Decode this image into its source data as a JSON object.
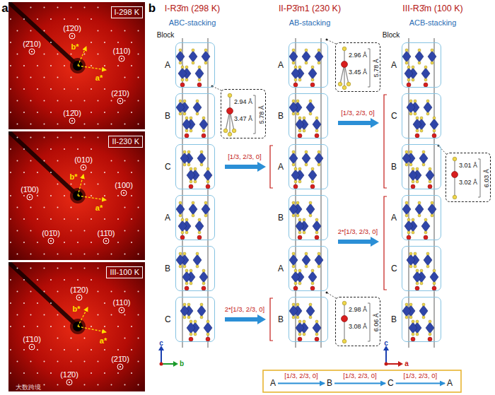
{
  "diagram": {
    "nodes": [
      {
        "text": [
          "I-298 K"
        ]
      },
      {
        "text": [
          "II-230 K"
        ]
      },
      {
        "text": [
          "III-100 K"
        ]
      },
      {
        "text": [
          "A"
        ]
      },
      {
        "text": [
          "B"
        ]
      },
      {
        "text": [
          "C"
        ]
      },
      {
        "text": [
          "A"
        ]
      },
      {
        "text": [
          "B"
        ]
      },
      {
        "text": [
          "C"
        ]
      },
      {
        "text": [
          "3.47 Å",
          "2.94 Å",
          "5.78 Å"
        ]
      },
      {
        "text": [
          "A"
        ]
      },
      {
        "text": [
          "B"
        ]
      },
      {
        "text": [
          "A"
        ]
      },
      {
        "text": [
          "B"
        ]
      },
      {
        "text": [
          "A"
        ]
      },
      {
        "text": [
          "B"
        ]
      },
      {
        "text": [
          "3.45 Å",
          "2.96 Å",
          "5.78 Å"
        ]
      },
      {
        "text": [
          "3.08 Å",
          "2.98 Å",
          "6.06 Å"
        ]
      },
      {
        "text": [
          "A"
        ]
      },
      {
        "text": [
          "C"
        ]
      },
      {
        "text": [
          "B"
        ]
      },
      {
        "text": [
          "A"
        ]
      },
      {
        "text": [
          "C"
        ]
      },
      {
        "text": [
          "B"
        ]
      },
      {
        "text": [
          "3.02 Å",
          "3.01 Å",
          "6.03 Å"
        ]
      },
      {
        "text": [
          "A"
        ]
      },
      {
        "text": [
          "B"
        ]
      },
      {
        "text": [
          "C"
        ]
      },
      {
        "text": [
          "A"
        ]
      }
    ],
    "edges": [
      {
        "from": 25,
        "to": 26,
        "arrow": "to",
        "label": "[1/3, 2/3, 0]"
      },
      {
        "from": 26,
        "to": 27,
        "arrow": "to",
        "label": "[1/3, 2/3, 0]"
      },
      {
        "from": 27,
        "to": 28,
        "arrow": "to",
        "label": "[1/3, 2/3, 0]"
      }
    ],
    "labels": [
      "a",
      "(1̄20)",
      "(2̄10)",
      "b*",
      "(110)",
      "a*",
      "(21̄0)",
      "(12̄0)",
      "(010)",
      "(1̄00)",
      "b*",
      "(100)",
      "a*",
      "(01̄0)",
      "(11̄0)",
      "(1̄20)",
      "(110)",
      "b*",
      "a*",
      "(1̄10)",
      "(21̄0)",
      "(12̄0)",
      "大数跨境",
      "b",
      "I-R3̄m (298 K)",
      "II-P3̄m1 (230 K)",
      "III-R3̄m (100 K)",
      "ABC-stacking",
      "AB-stacking",
      "ACB-stacking",
      "Block",
      "Block",
      "[1/3, 2/3, 0]",
      "2*[1/3, 2/3, 0]",
      "[1/3, 2/3, 0]",
      "2*[1/3, 2/3, 0]",
      "c",
      "b",
      "c",
      "a"
    ]
  }
}
